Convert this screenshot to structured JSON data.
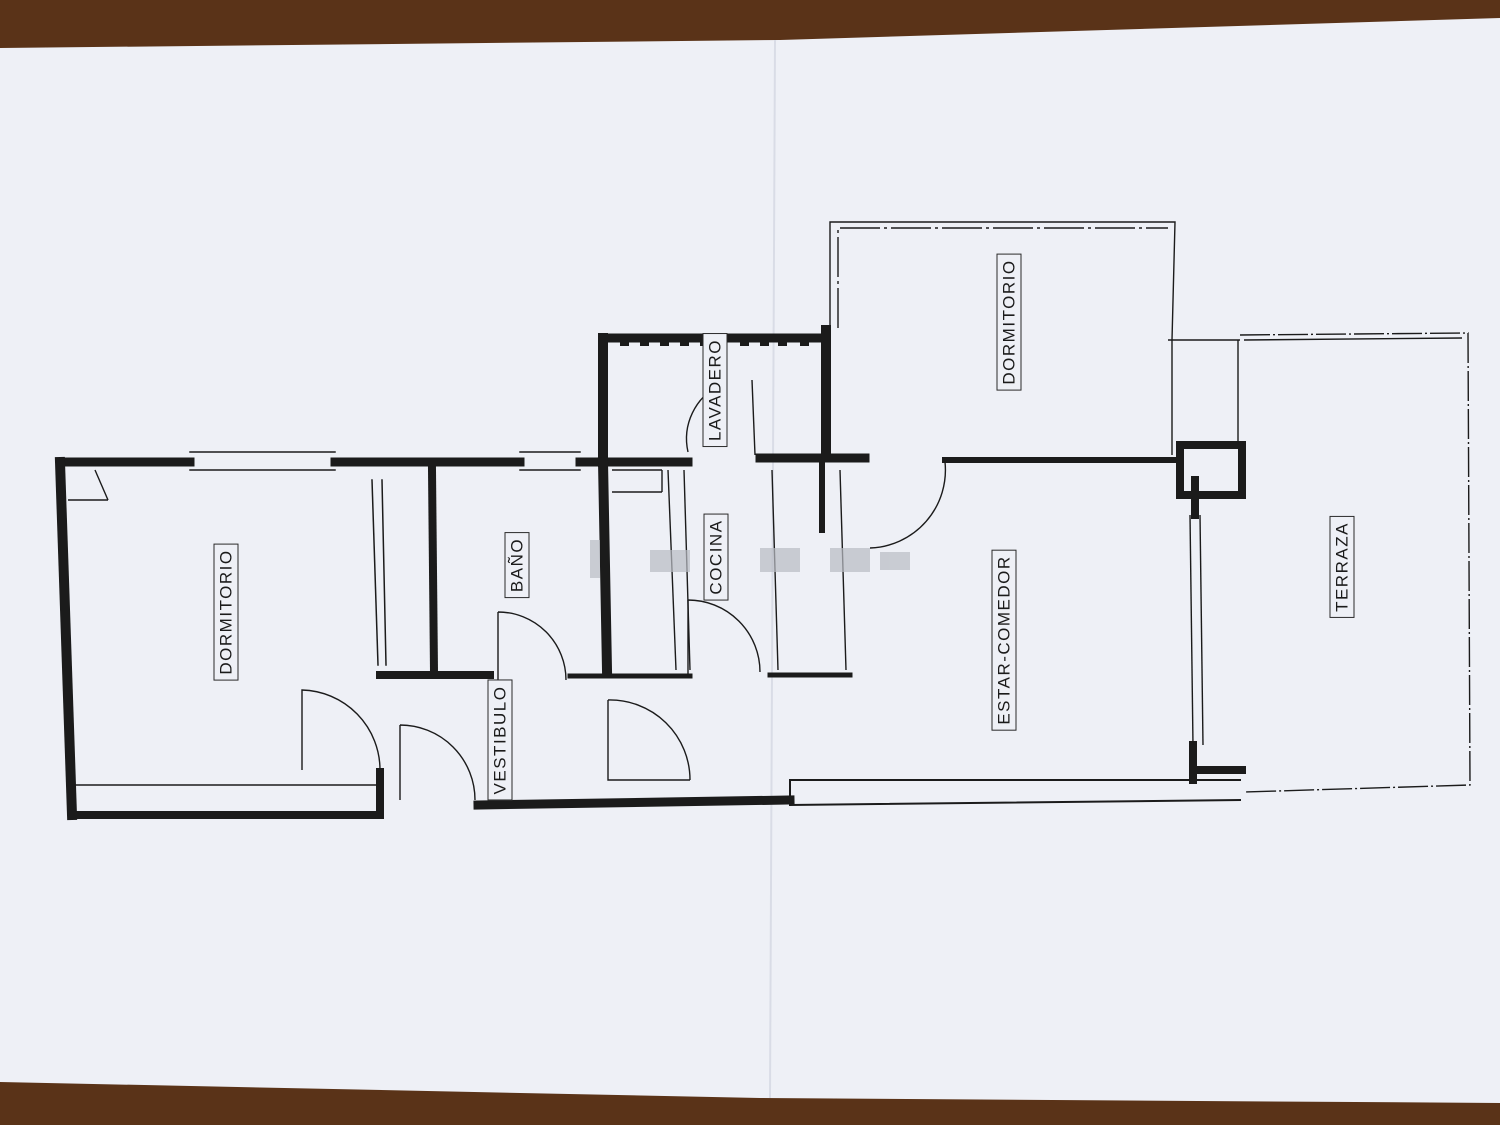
{
  "plan": {
    "rooms": [
      {
        "id": "dormitorio-left",
        "label": "DORMITORIO"
      },
      {
        "id": "bano",
        "label": "BAÑO"
      },
      {
        "id": "vestibulo",
        "label": "VESTIBULO"
      },
      {
        "id": "cocina",
        "label": "COCINA"
      },
      {
        "id": "lavadero",
        "label": "LAVADERO"
      },
      {
        "id": "dormitorio-right",
        "label": "DORMITORIO"
      },
      {
        "id": "estar-comedor",
        "label": "ESTAR-COMEDOR"
      },
      {
        "id": "terraza",
        "label": "TERRAZA"
      }
    ]
  },
  "colors": {
    "paper": "#eef0f6",
    "wall": "#1b1b1b",
    "table": "#5a3318"
  }
}
